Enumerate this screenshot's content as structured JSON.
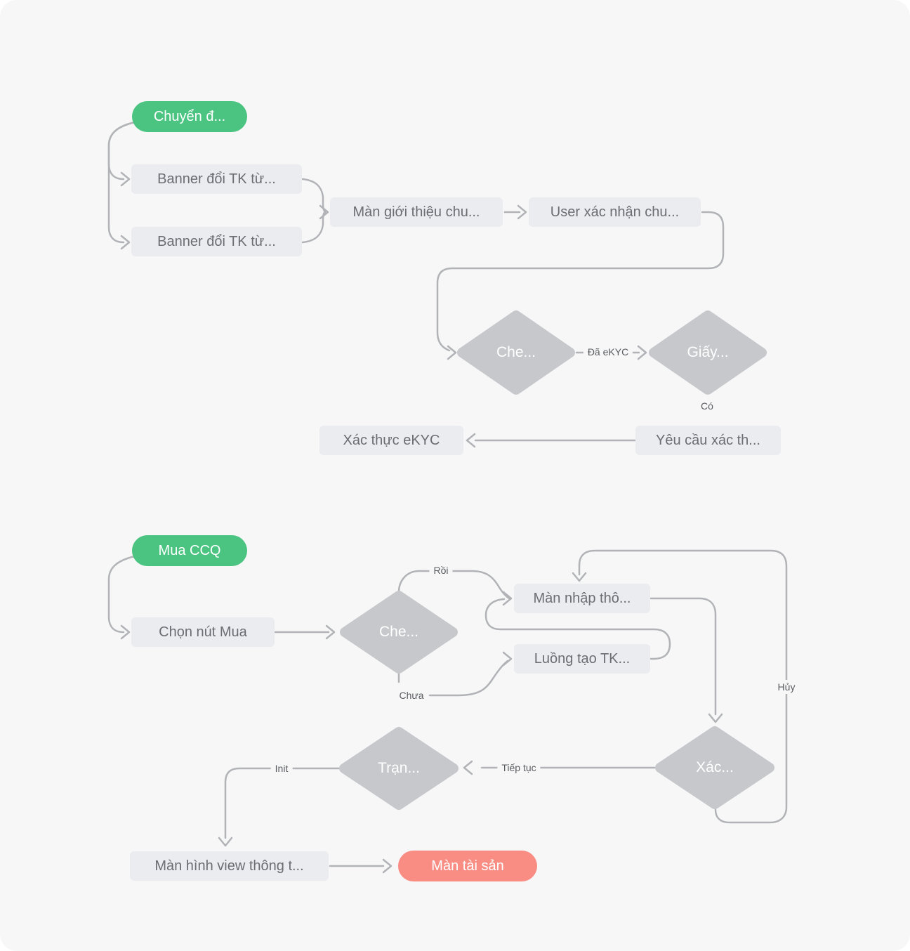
{
  "diagram": {
    "background": "#F7F7F8",
    "colors": {
      "start_pill": "#4AC480",
      "end_pill": "#F98D84",
      "process_box": "#EBECEF",
      "decision_diamond": "#C6C8CC",
      "connector": "#B1B3B7",
      "node_text": "#6A6D72",
      "diamond_text": "#FFFFFF",
      "label_text": "#5A5C60"
    },
    "flow1": {
      "start": "Chuyển đ...",
      "banner_top": "Banner đổi TK từ...",
      "banner_bottom": "Banner đổi TK từ...",
      "gioi_thieu": "Màn giới thiệu chu...",
      "user_xac_nhan": "User xác nhận chu...",
      "check": "Che...",
      "giay": "Giấy...",
      "xac_thuc_ekyc": "Xác thực eKYC",
      "yeu_cau": "Yêu cầu xác th...",
      "labels": {
        "da_ekyc": "Đã eKYC",
        "co": "Có"
      }
    },
    "flow2": {
      "start": "Mua CCQ",
      "chon_nut_mua": "Chọn nút Mua",
      "check": "Che...",
      "man_nhap": "Màn nhập thô...",
      "luong_tao": "Luồng tạo TK...",
      "xac_nhan": "Xác...",
      "trang_thai": "Trạn...",
      "man_view": "Màn hình view thông t...",
      "man_tai_san": "Màn tài sản",
      "labels": {
        "roi": "Rồi",
        "chua": "Chưa",
        "huy": "Hủy",
        "tiep_tuc": "Tiếp tục",
        "init": "Init"
      }
    }
  }
}
